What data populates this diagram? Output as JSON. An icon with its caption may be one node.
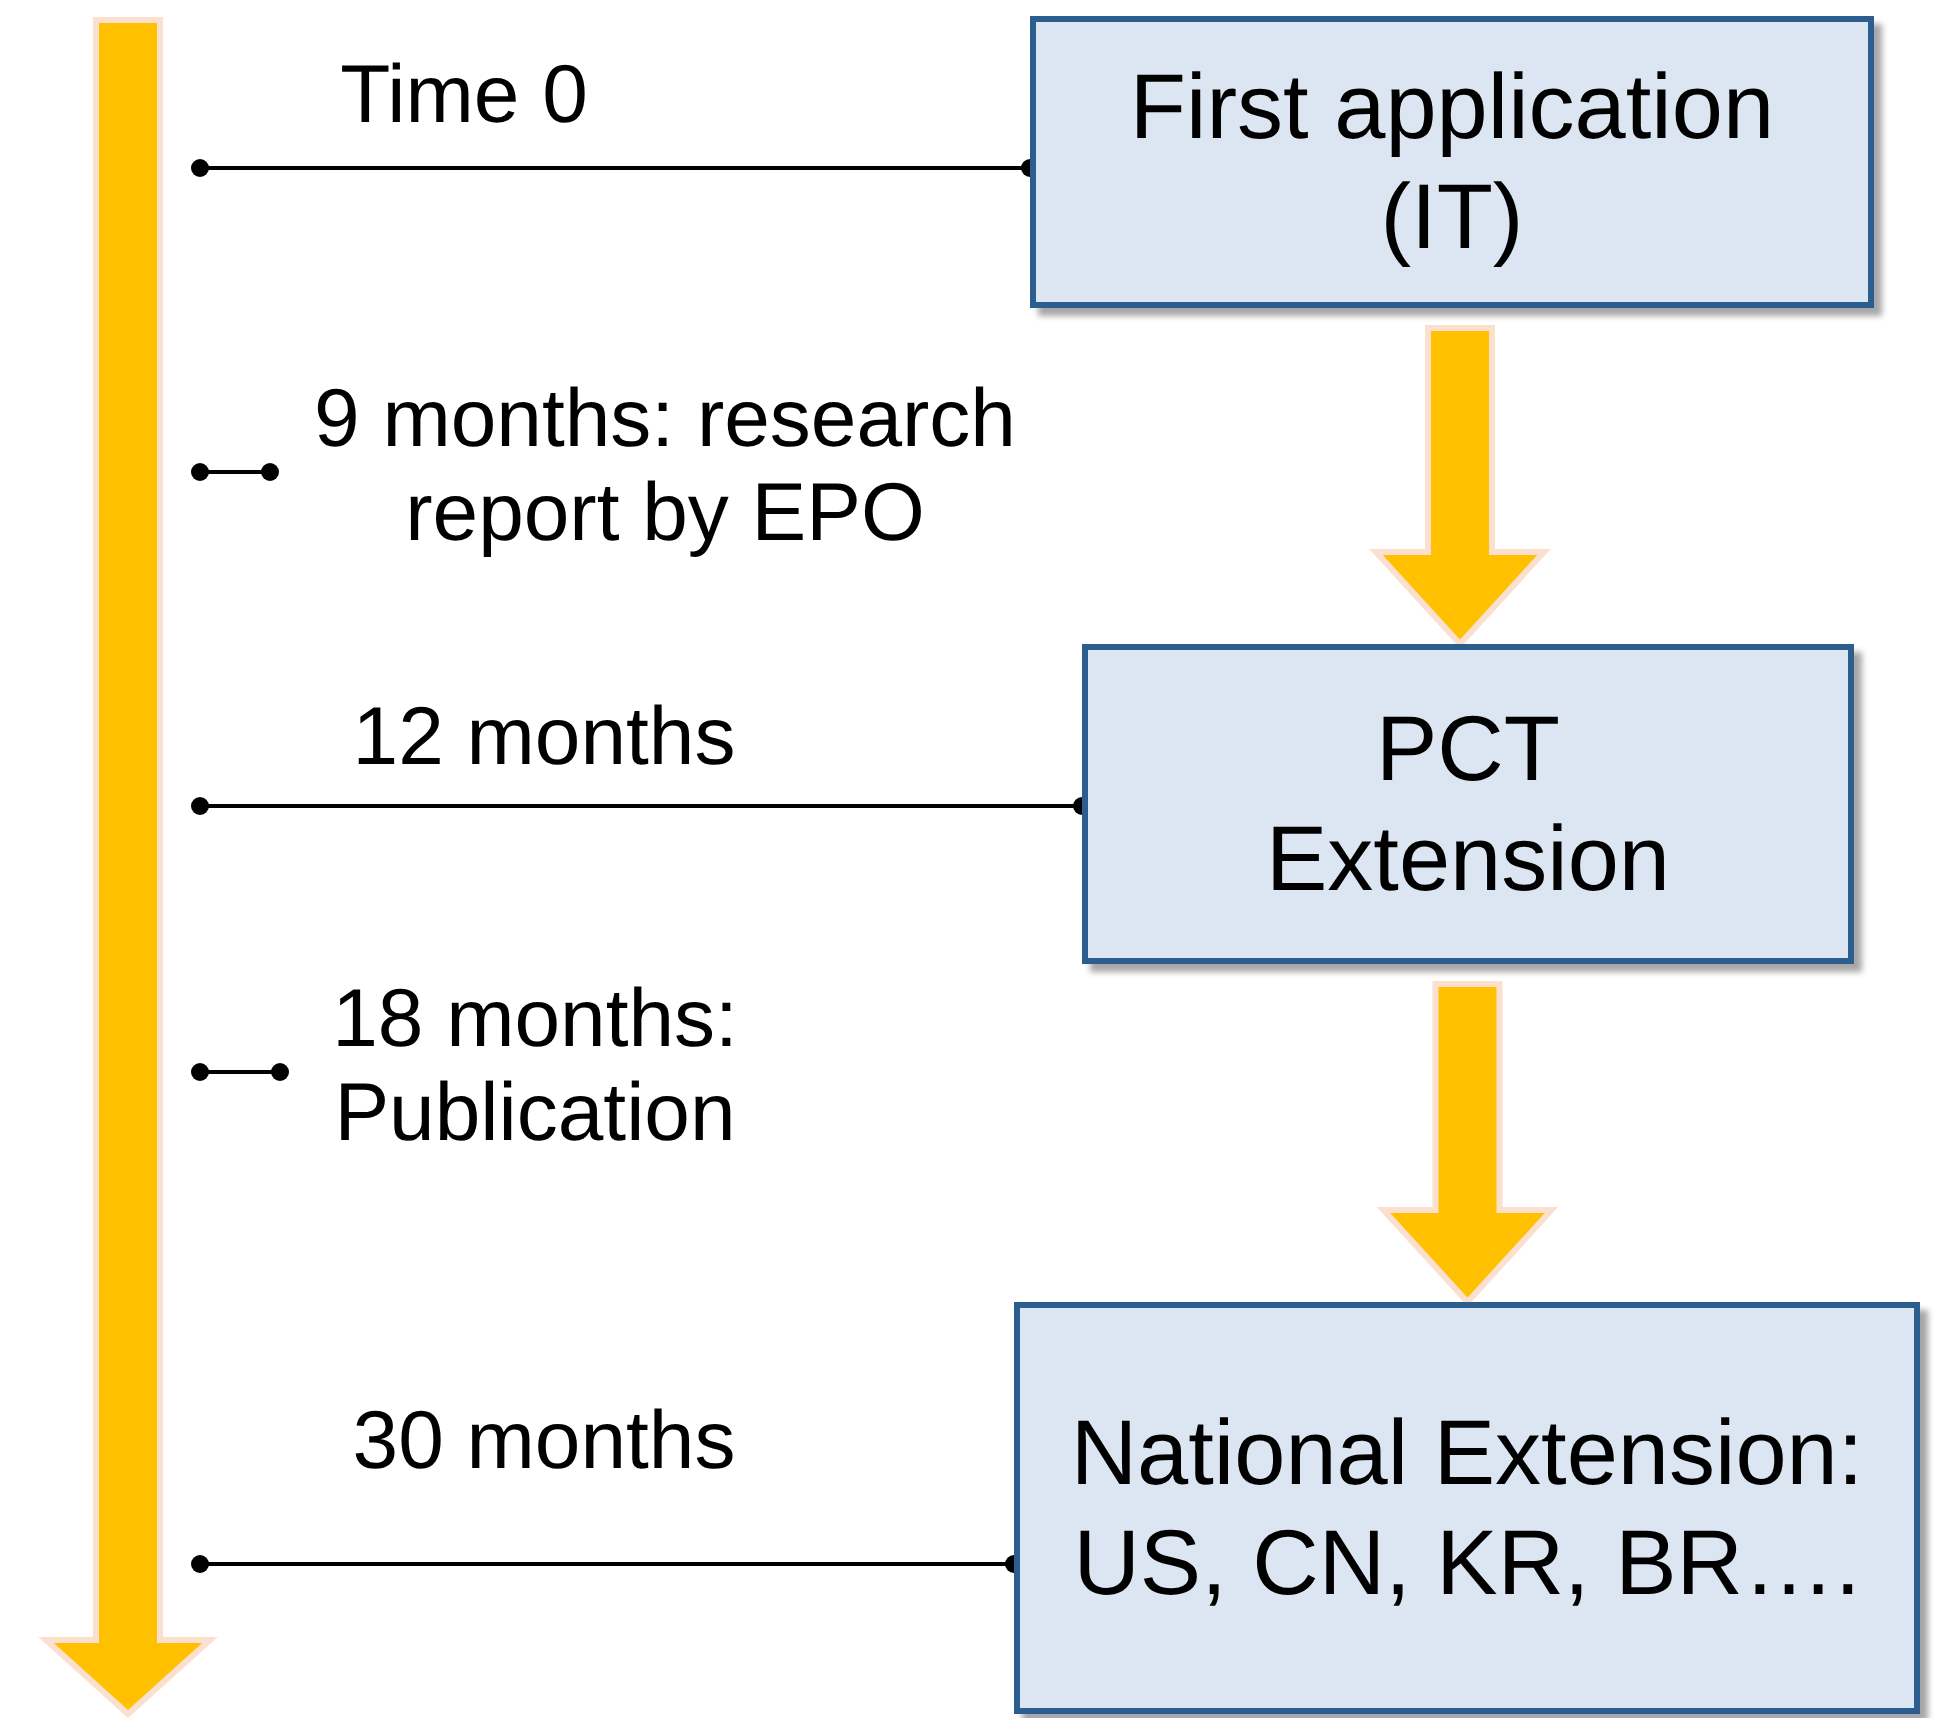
{
  "diagram": {
    "nodes": [
      {
        "text": [
          "First application (IT)"
        ]
      },
      {
        "text": [
          "PCT Extension"
        ]
      },
      {
        "text": [
          "National Extension: US, CN, KR, BR…."
        ]
      }
    ],
    "edges": [
      {
        "from": null,
        "to": 0,
        "arrow": "other",
        "label": "Time 0"
      },
      {
        "from": 0,
        "to": 1,
        "arrow": "to",
        "style": "thick",
        "color": "#ffc000"
      },
      {
        "from": null,
        "to": 1,
        "arrow": "other",
        "label": "12 months"
      },
      {
        "from": 1,
        "to": 2,
        "arrow": "to",
        "style": "thick",
        "color": "#ffc000"
      },
      {
        "from": null,
        "to": 2,
        "arrow": "other",
        "label": "30 months"
      }
    ],
    "labels": [
      "9 months: research report by EPO",
      "18 months: Publication"
    ]
  }
}
